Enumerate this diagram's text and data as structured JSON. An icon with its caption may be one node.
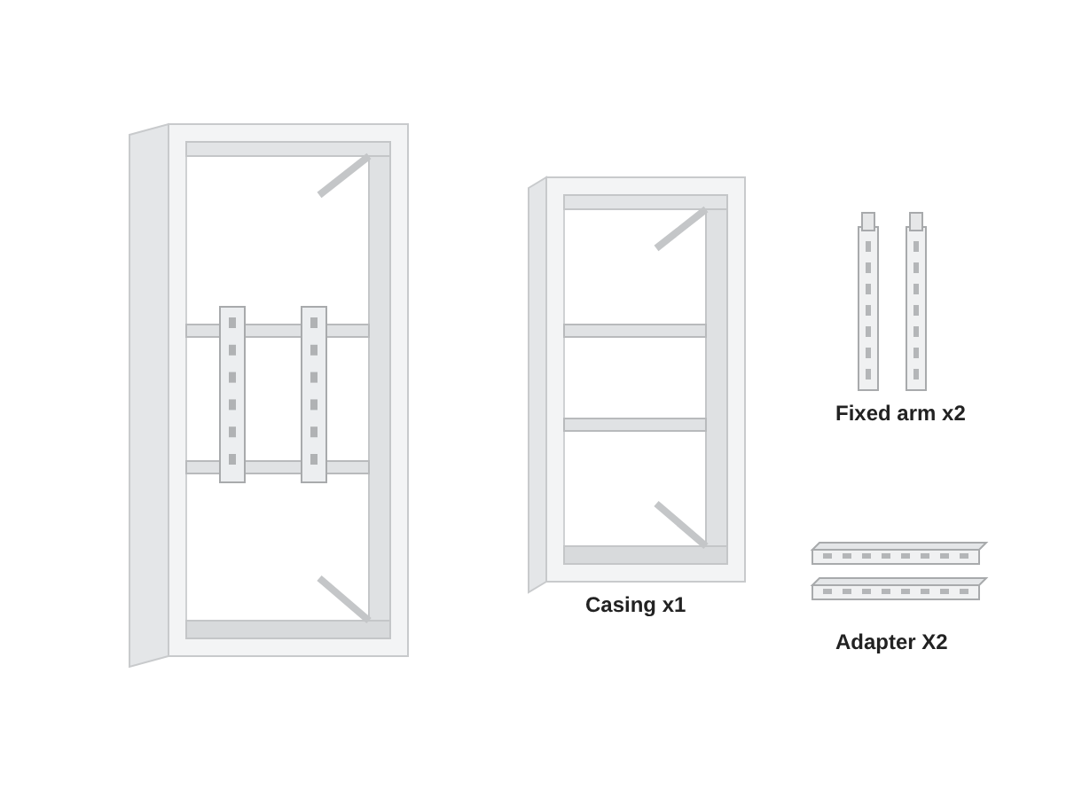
{
  "diagram": {
    "labels": [
      "Casing x1",
      "Fixed arm x2",
      "Adapter X2"
    ]
  }
}
